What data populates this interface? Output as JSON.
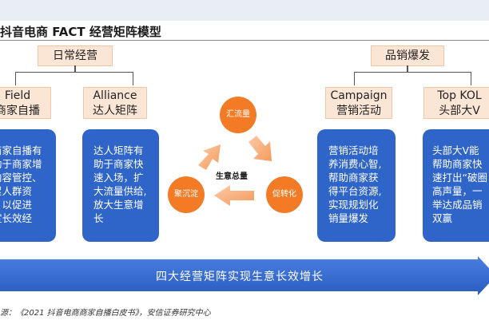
{
  "title": "抖音电商 FACT 经营矩阵模型",
  "categories": {
    "daily": "日常经营",
    "promo": "品销爆发"
  },
  "modules": [
    {
      "title_en": "Field",
      "title_cn": "商家自播",
      "lines": [
        "商家自播有",
        "助于商家增",
        "内容管控、",
        "累人群资",
        "，以促进",
        "定长效经"
      ]
    },
    {
      "title_en": "Alliance",
      "title_cn": "达人矩阵",
      "lines": [
        "达人矩阵有",
        "助于商家快",
        "速入场，扩",
        "大流量供给,",
        "放大生意增",
        "长"
      ]
    },
    {
      "title_en": "Campaign",
      "title_cn": "营销活动",
      "lines": [
        "营销活动培",
        "养消费心智,",
        "帮助商家获",
        "得平台资源,",
        "实现规划化",
        "销量爆发"
      ]
    },
    {
      "title_en": "Top KOL",
      "title_cn": "头部大V",
      "lines": [
        "头部大V能",
        "帮助商家快",
        "速打出“破圈",
        "高声量，一",
        "举达成品销",
        "双赢"
      ]
    }
  ],
  "cycle": {
    "center": "生意总量",
    "nodes": [
      "汇流量",
      "促转化",
      "聚沉淀"
    ]
  },
  "banner": "四大经营矩阵实现生意长效增长",
  "source": "源：《2021 抖音电商商家自播白皮书》，安信证券研究中心",
  "colors": {
    "card_blue": "#2f64c8",
    "node_orange": "#f47b25",
    "label_peach": "#fbe6d6"
  }
}
